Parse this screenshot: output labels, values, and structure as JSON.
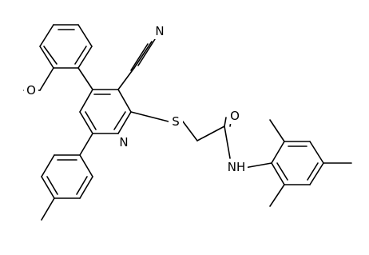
{
  "colors": {
    "background": "#ffffff",
    "bond": "#000000",
    "label": "#000000"
  },
  "atom_labels": {
    "nitrile_N": "N",
    "methoxy_O": "O",
    "thioether_S": "S",
    "ring_N": "N",
    "carbonyl_O": "O",
    "amide_NH": "NH"
  }
}
